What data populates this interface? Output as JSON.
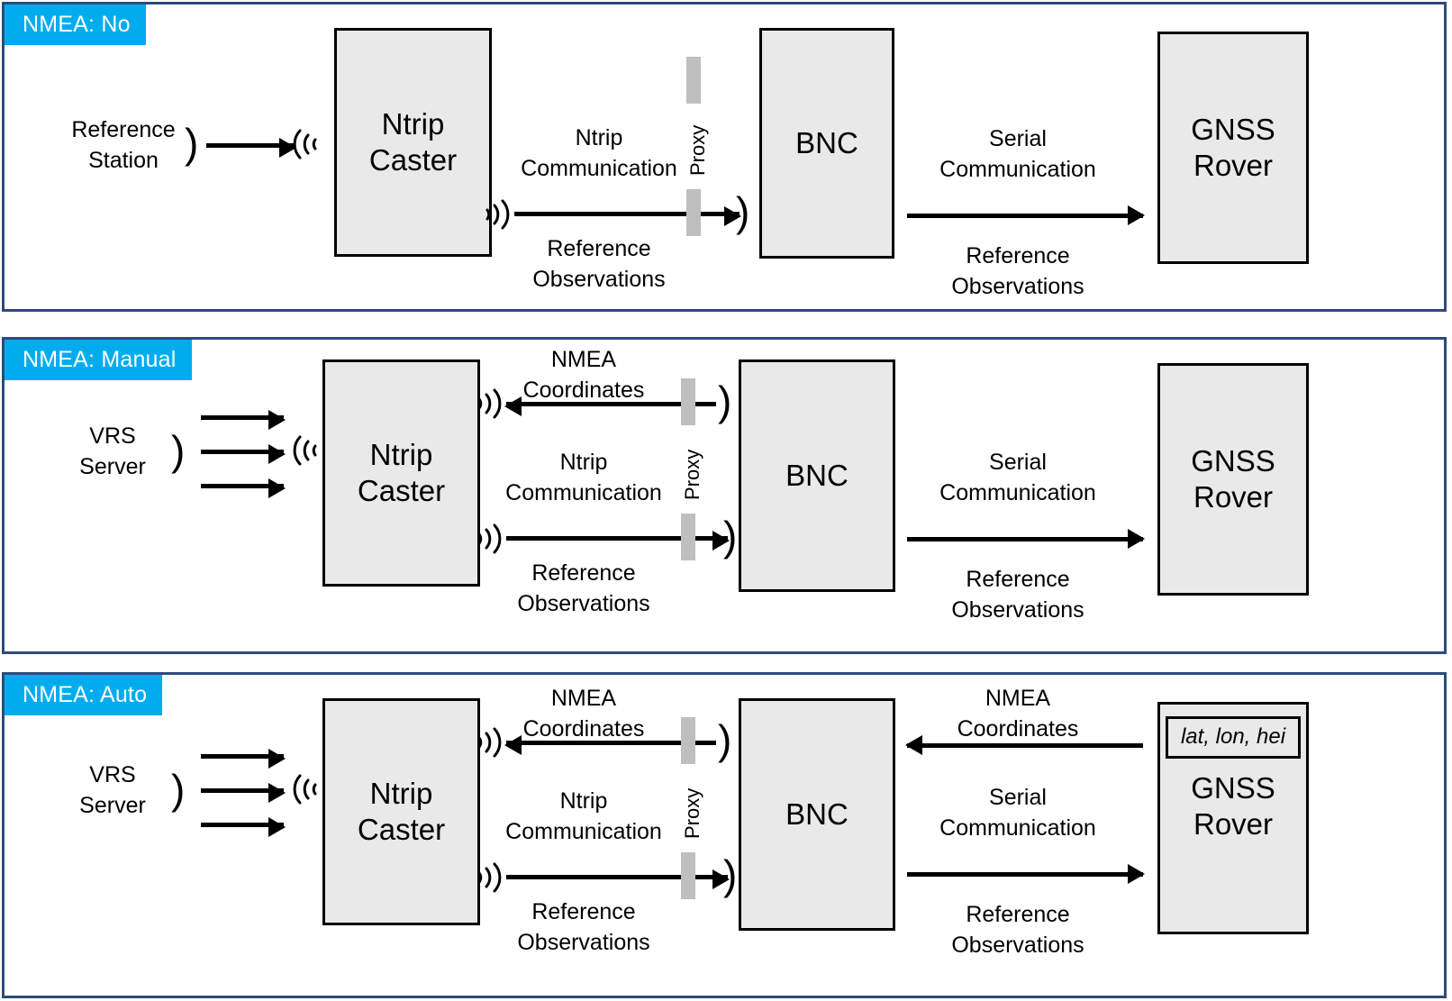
{
  "diagram": {
    "title": "NMEA handling modes in BNC Ntrip client setup",
    "panels": [
      {
        "id": "nmea-no",
        "badge": "NMEA: No",
        "badge_color": "#00ACEE",
        "source": {
          "line1": "Reference",
          "line2": "Station"
        },
        "nodes": {
          "caster": {
            "line1": "Ntrip",
            "line2": "Caster"
          },
          "bnc": {
            "line1": "BNC",
            "line2": ""
          },
          "rover": {
            "line1": "GNSS",
            "line2": "Rover"
          }
        },
        "proxy_label": "Proxy",
        "links": {
          "ntrip_above": {
            "line1": "Ntrip",
            "line2": "Communication"
          },
          "ntrip_below": {
            "line1": "Reference",
            "line2": "Observations"
          },
          "serial_above": {
            "line1": "Serial",
            "line2": "Communication"
          },
          "serial_below": {
            "line1": "Reference",
            "line2": "Observations"
          }
        },
        "nmea_uplink": null,
        "nmea_serial": null,
        "rover_coords": null,
        "source_arrows": 1
      },
      {
        "id": "nmea-manual",
        "badge": "NMEA: Manual",
        "badge_color": "#00ACEE",
        "source": {
          "line1": "VRS",
          "line2": "Server"
        },
        "nodes": {
          "caster": {
            "line1": "Ntrip",
            "line2": "Caster"
          },
          "bnc": {
            "line1": "BNC",
            "line2": ""
          },
          "rover": {
            "line1": "GNSS",
            "line2": "Rover"
          }
        },
        "proxy_label": "Proxy",
        "links": {
          "ntrip_above": {
            "line1": "Ntrip",
            "line2": "Communication"
          },
          "ntrip_below": {
            "line1": "Reference",
            "line2": "Observations"
          },
          "serial_above": {
            "line1": "Serial",
            "line2": "Communication"
          },
          "serial_below": {
            "line1": "Reference",
            "line2": "Observations"
          }
        },
        "nmea_uplink": {
          "line1": "NMEA",
          "line2": "Coordinates"
        },
        "nmea_serial": null,
        "rover_coords": null,
        "source_arrows": 3
      },
      {
        "id": "nmea-auto",
        "badge": "NMEA: Auto",
        "badge_color": "#00ACEE",
        "source": {
          "line1": "VRS",
          "line2": "Server"
        },
        "nodes": {
          "caster": {
            "line1": "Ntrip",
            "line2": "Caster"
          },
          "bnc": {
            "line1": "BNC",
            "line2": ""
          },
          "rover": {
            "line1": "GNSS",
            "line2": "Rover"
          }
        },
        "proxy_label": "Proxy",
        "links": {
          "ntrip_above": {
            "line1": "Ntrip",
            "line2": "Communication"
          },
          "ntrip_below": {
            "line1": "Reference",
            "line2": "Observations"
          },
          "serial_above": {
            "line1": "Serial",
            "line2": "Communication"
          },
          "serial_below": {
            "line1": "Reference",
            "line2": "Observations"
          }
        },
        "nmea_uplink": {
          "line1": "NMEA",
          "line2": "Coordinates"
        },
        "nmea_serial": {
          "line1": "NMEA",
          "line2": "Coordinates"
        },
        "rover_coords": "lat, lon, hei",
        "source_arrows": 3
      }
    ],
    "colors": {
      "panel_border": "#2e4a7d",
      "badge_bg": "#00ACEE",
      "node_fill": "#e9e9e9",
      "node_border": "#000000",
      "proxy_bar": "#bfbfbf"
    }
  }
}
